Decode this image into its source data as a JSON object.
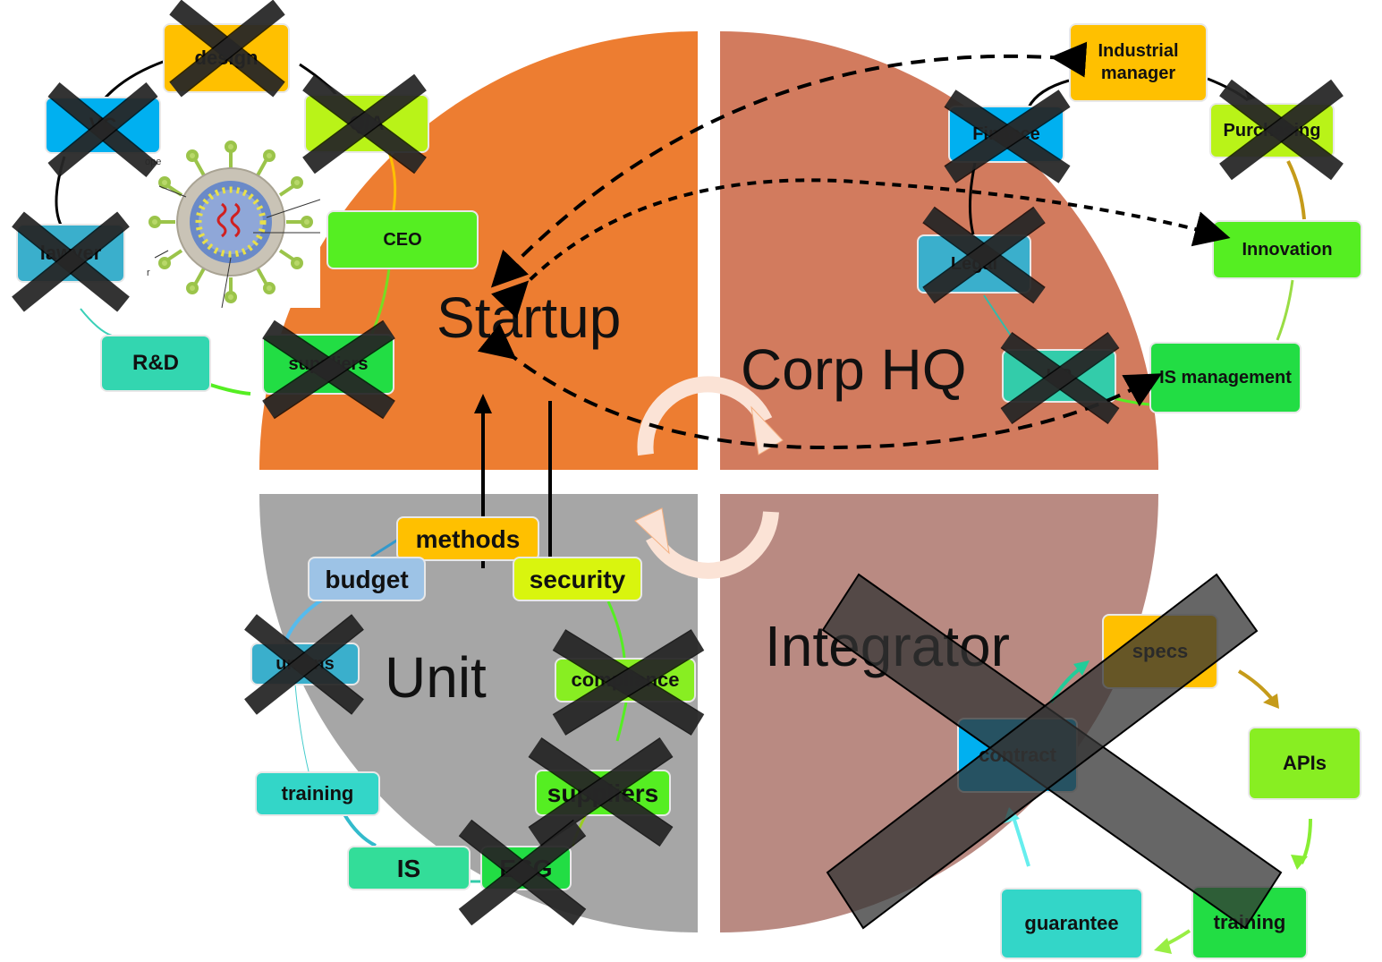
{
  "quadrants": {
    "startup": {
      "label": "Startup",
      "color": "#ED7D31"
    },
    "corp_hq": {
      "label": "Corp HQ",
      "color": "#D27B5E"
    },
    "unit": {
      "label": "Unit",
      "color": "#A6A6A6"
    },
    "integrator": {
      "label": "Integrator",
      "color": "#B98A82"
    }
  },
  "startup_boxes": {
    "design": "design",
    "vc": "VC",
    "qa": "Q/A",
    "lawyer": "lawyer",
    "ceo": "CEO",
    "rd": "R&D",
    "suppliers": "suppliers"
  },
  "corp_boxes": {
    "industrial_manager": "Industrial manager",
    "finance": "Finance",
    "purchasing": "Purchasing",
    "legal": "Legal",
    "innovation": "Innovation",
    "hr": "HR",
    "is_management": "IS management"
  },
  "unit_boxes": {
    "methods": "methods",
    "budget": "budget",
    "security": "security",
    "unions": "unions",
    "compliance": "compliance",
    "training": "training",
    "suppliers": "suppliers",
    "is": "IS",
    "esg": "ESG"
  },
  "integrator_boxes": {
    "specs": "specs",
    "apis": "APIs",
    "contract": "contract",
    "training": "training",
    "guarantee": "guarantee"
  },
  "virus_image": {
    "label_fragments": [
      "ope",
      "r"
    ]
  },
  "colors": {
    "blue": "#00B0F0",
    "orange": "#FFC000",
    "lime": "#B9F318",
    "green": "#55EE22",
    "bright_green": "#22DD44",
    "teal": "#33CCAA",
    "steel_blue": "#3AAFCC",
    "light_blue": "#9DC3E6",
    "yellow_green": "#D9F50E",
    "aqua": "#33D6C8",
    "cross_dark": "#222222",
    "cross_big": "#333333"
  }
}
